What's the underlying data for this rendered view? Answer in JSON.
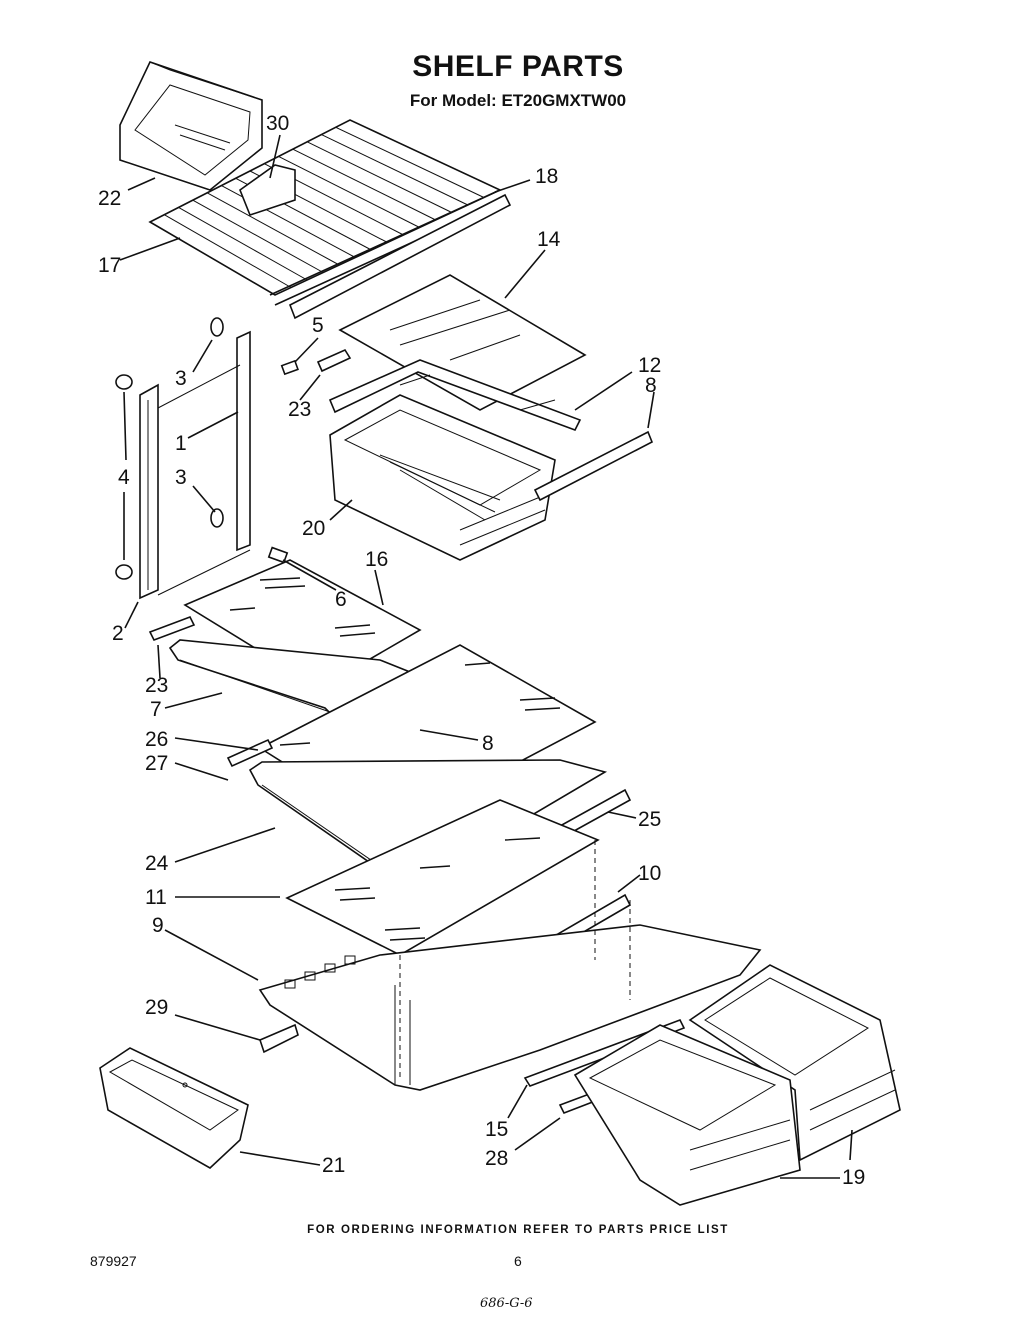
{
  "header": {
    "title": "SHELF PARTS",
    "subtitle": "For Model: ET20GMXTW00"
  },
  "footer": {
    "note": "FOR ORDERING INFORMATION REFER TO PARTS PRICE LIST",
    "doc_number": "879927",
    "page_number": "6",
    "handwritten_code": "686-G-6"
  },
  "callouts": {
    "c30": "30",
    "c22": "22",
    "c18": "18",
    "c17": "17",
    "c14": "14",
    "c5": "5",
    "c3a": "3",
    "c12": "12",
    "c8a": "8",
    "c23a": "23",
    "c4": "4",
    "c1": "1",
    "c3b": "3",
    "c20": "20",
    "c16": "16",
    "c6": "6",
    "c2": "2",
    "c23b": "23",
    "c7": "7",
    "c8b": "8",
    "c26": "26",
    "c27": "27",
    "c25": "25",
    "c24": "24",
    "c10": "10",
    "c11": "11",
    "c9": "9",
    "c29": "29",
    "c15": "15",
    "c28": "28",
    "c21": "21",
    "c19": "19"
  }
}
